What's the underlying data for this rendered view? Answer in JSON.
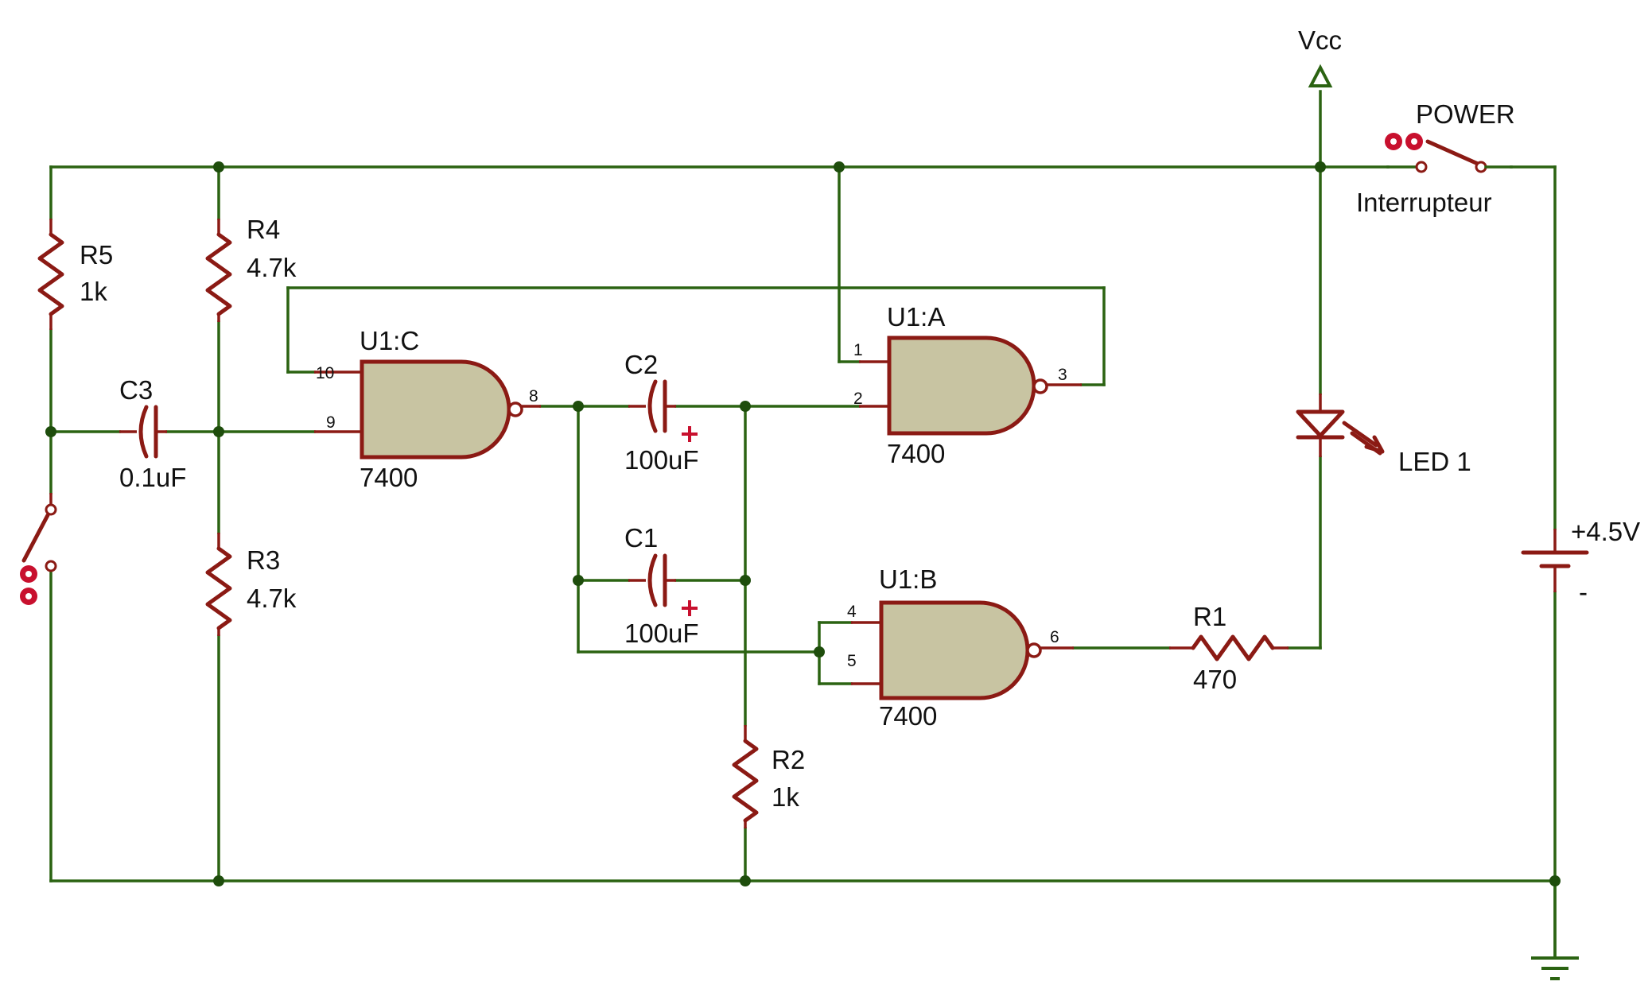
{
  "power": {
    "vcc_label": "Vcc",
    "switch_label": "POWER",
    "switch_name": "Interrupteur"
  },
  "battery": {
    "plus_label": "+4.5V",
    "minus_label": "-"
  },
  "resistors": {
    "r5": {
      "ref": "R5",
      "value": "1k"
    },
    "r4": {
      "ref": "R4",
      "value": "4.7k"
    },
    "r3": {
      "ref": "R3",
      "value": "4.7k"
    },
    "r2": {
      "ref": "R2",
      "value": "1k"
    },
    "r1": {
      "ref": "R1",
      "value": "470"
    }
  },
  "capacitors": {
    "c3": {
      "ref": "C3",
      "value": "0.1uF"
    },
    "c2": {
      "ref": "C2",
      "value": "100uF"
    },
    "c1": {
      "ref": "C1",
      "value": "100uF"
    }
  },
  "gates": {
    "u1c": {
      "ref": "U1:C",
      "part": "7400",
      "pins": [
        "10",
        "9",
        "8"
      ]
    },
    "u1a": {
      "ref": "U1:A",
      "part": "7400",
      "pins": [
        "1",
        "2",
        "3"
      ]
    },
    "u1b": {
      "ref": "U1:B",
      "part": "7400",
      "pins": [
        "4",
        "5",
        "6"
      ]
    }
  },
  "led": {
    "ref": "LED 1"
  }
}
